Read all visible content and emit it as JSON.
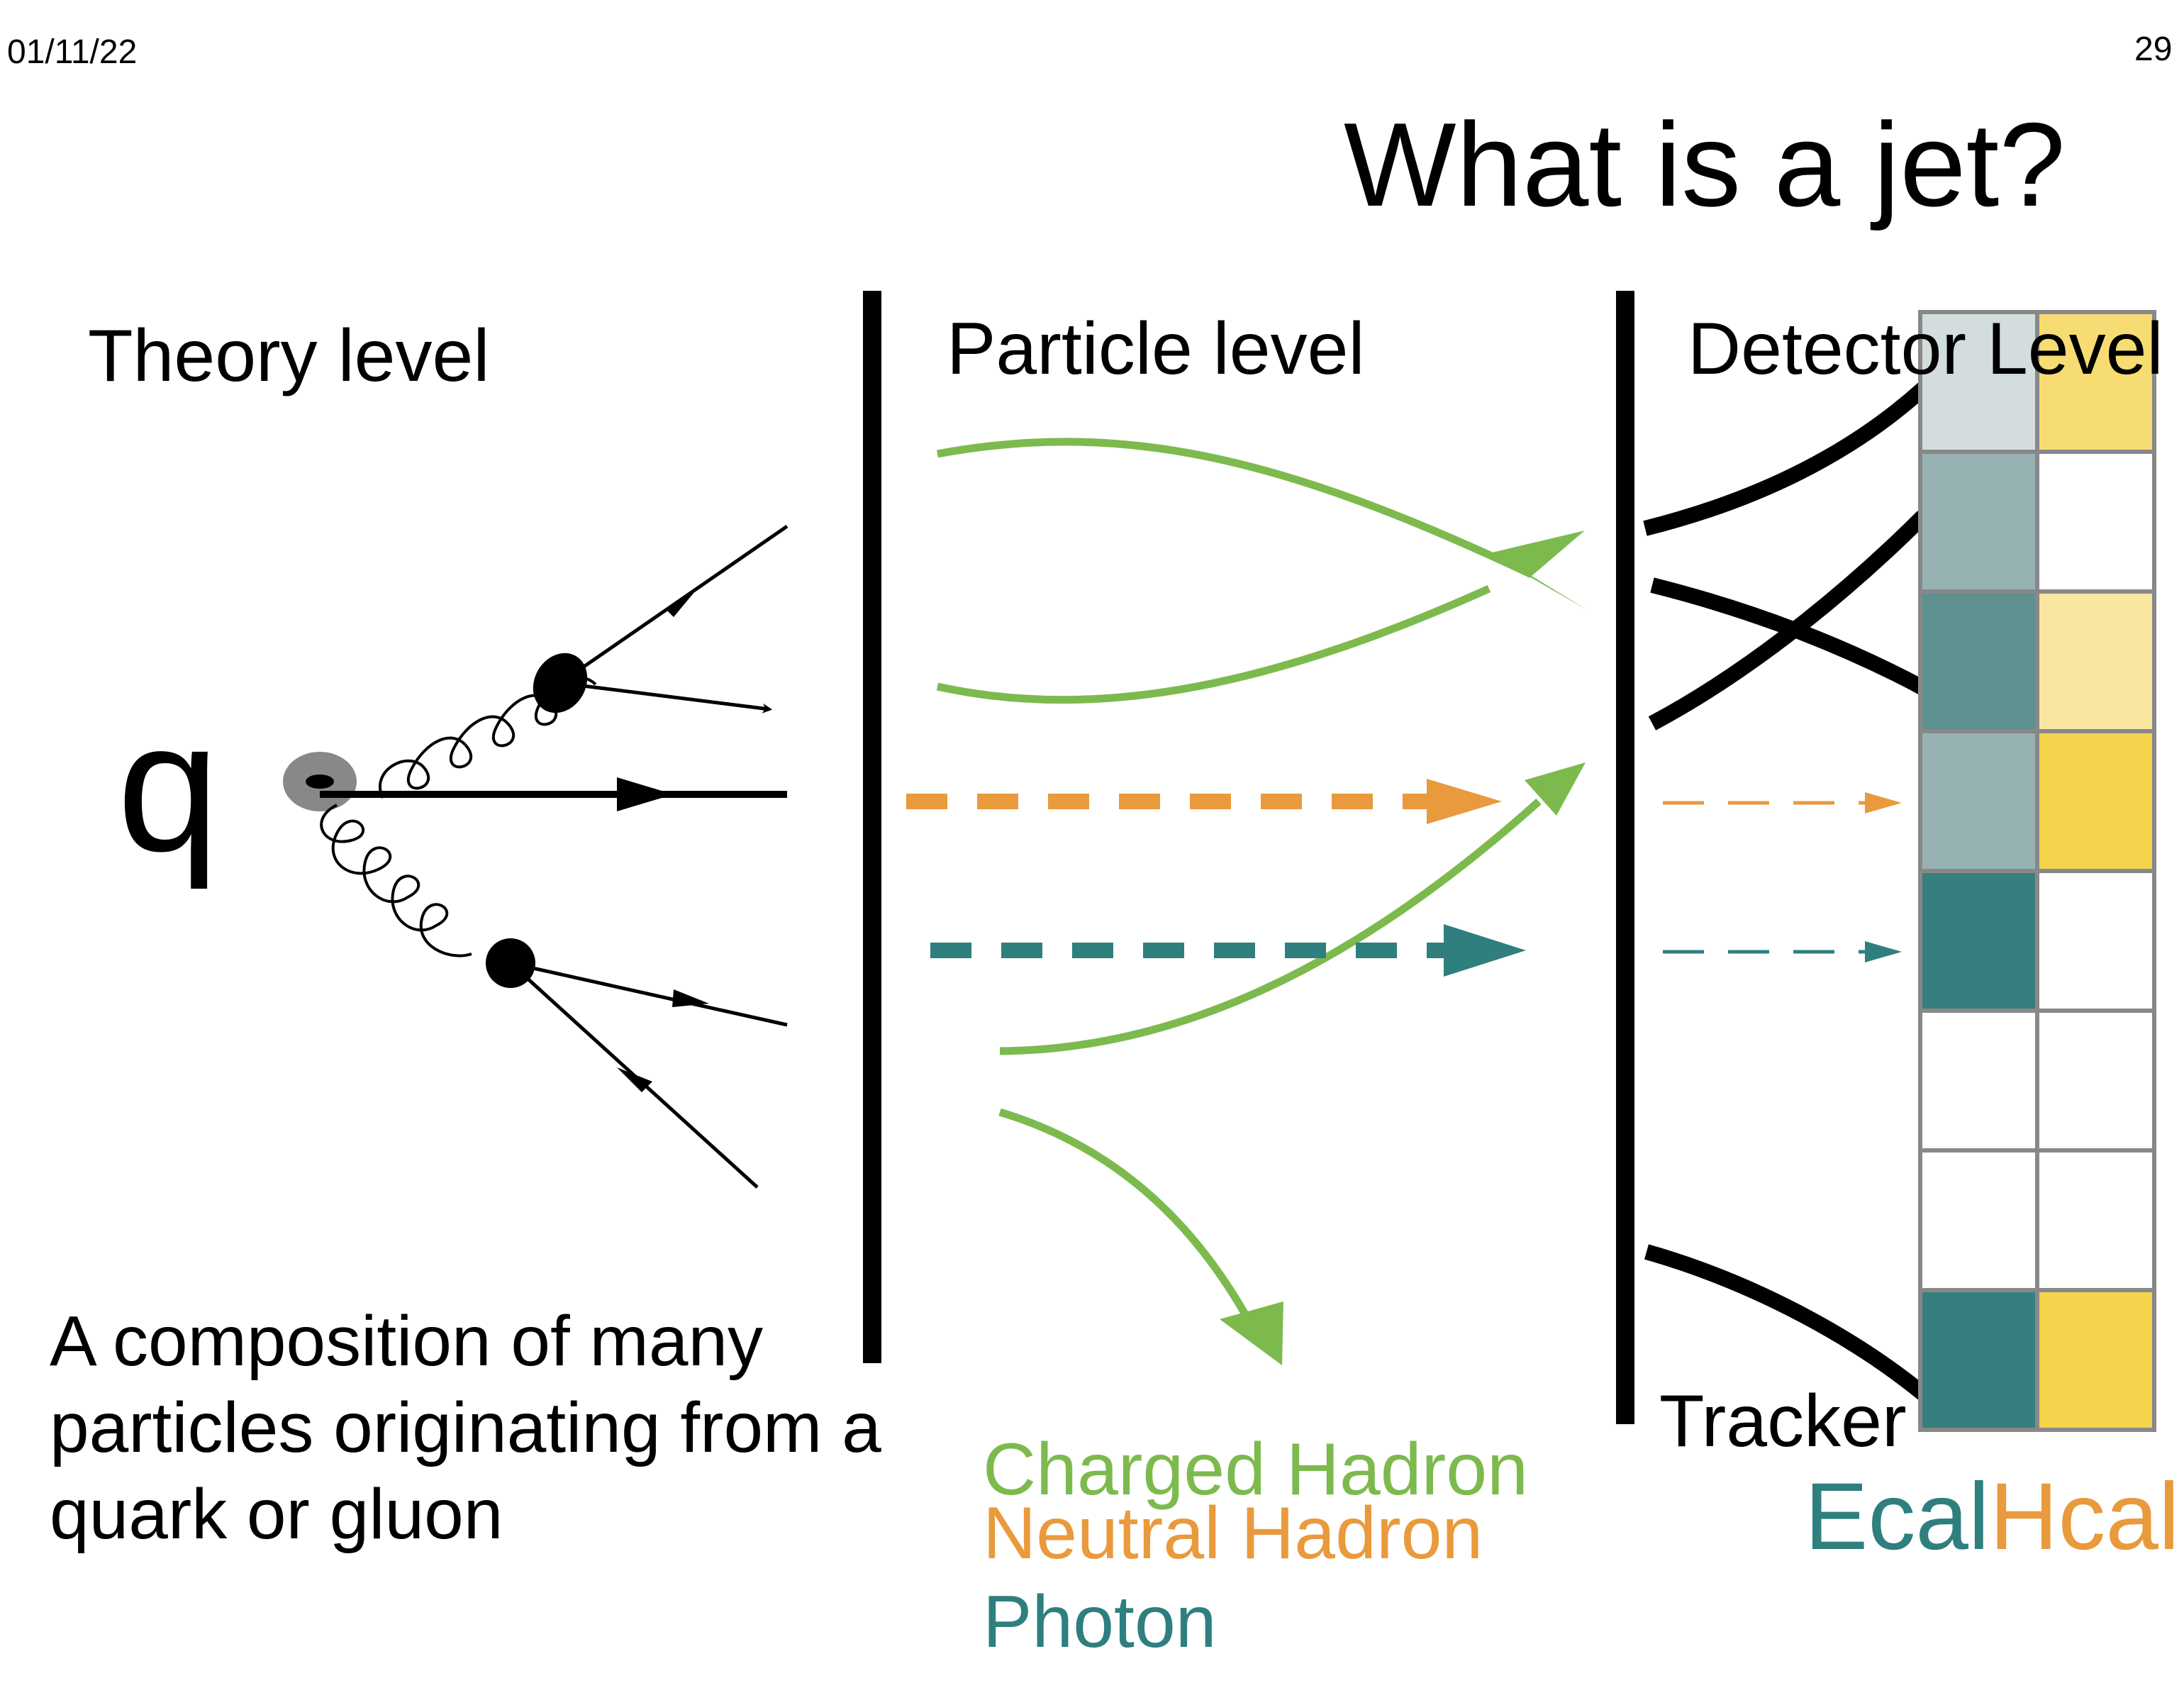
{
  "slide": {
    "date": "01/11/22",
    "page_number": "29",
    "title": "What is a jet?"
  },
  "theory": {
    "heading": "Theory level",
    "quark_symbol": "q",
    "description_lines": [
      "A composition of many",
      "particles originating from a",
      "quark or gluon"
    ]
  },
  "particle": {
    "heading": "Particle level",
    "legend": [
      {
        "label": "Charged Hadron",
        "color": "#7dba4e"
      },
      {
        "label": "Neutral Hadron",
        "color": "#e99a3c"
      },
      {
        "label": "Photon",
        "color": "#2f7f7f"
      }
    ]
  },
  "detector": {
    "heading": "Detector Level",
    "tracker_label": "Tracker",
    "ecal_label": "Ecal",
    "hcal_label": "Hcal",
    "ecal_color": "#2f7f7f",
    "hcal_color": "#e99a3c",
    "ecal_cells": [
      "#d3dddd",
      "#97b2b2",
      "#5f9090",
      "#97b2b2",
      "#377f7f",
      "#ffffff",
      "#ffffff",
      "#377f7f"
    ],
    "hcal_cells": [
      "#f7dc73",
      "#ffffff",
      "#f9e6a0",
      "#f4d44d",
      "#ffffff",
      "#ffffff",
      "#ffffff",
      "#f4d44d"
    ]
  },
  "colors": {
    "charged": "#7dba4e",
    "neutral": "#e99a3c",
    "photon": "#2f7f7f",
    "quark_blob": "#888888",
    "grid_border": "#888888"
  }
}
